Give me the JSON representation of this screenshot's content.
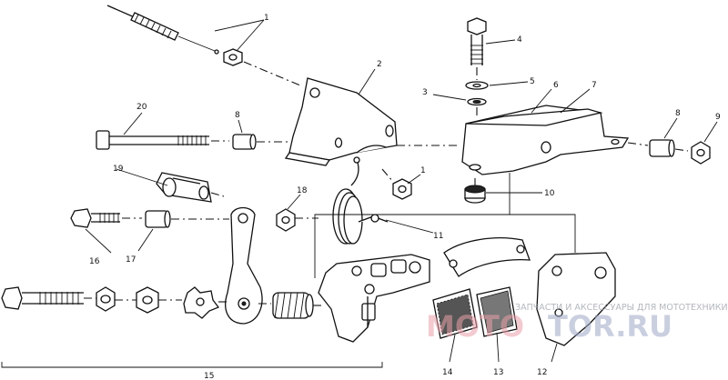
{
  "callouts": {
    "c1_top": "1",
    "c2": "2",
    "c3": "3",
    "c4": "4",
    "c5": "5",
    "c6": "6",
    "c7": "7",
    "c8_left": "8",
    "c8_right": "8",
    "c9": "9",
    "c10": "10",
    "c11": "11",
    "c12": "12",
    "c13": "13",
    "c14": "14",
    "c15": "15",
    "c16": "16",
    "c17": "17",
    "c18": "18",
    "c19": "19",
    "c20": "20",
    "c1_mid": "1"
  },
  "watermark": {
    "tagline": "ЗАПЧАСТИ И АКСЕССУАРЫ ДЛЯ МОТОТЕХНИКИ",
    "brand_left": "MOTO",
    "brand_right": "TOR.RU"
  }
}
